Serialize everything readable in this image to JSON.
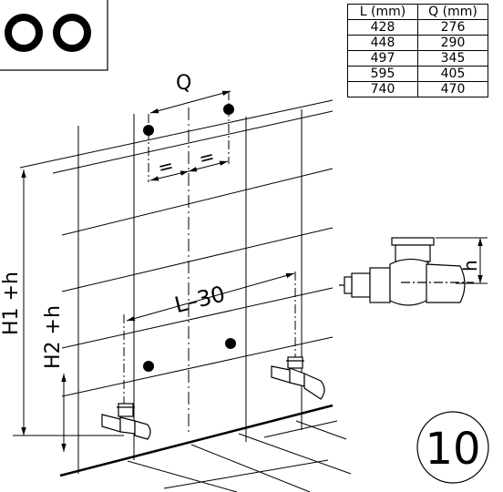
{
  "table": {
    "headers": [
      "L (mm)",
      "Q (mm)"
    ],
    "rows": [
      [
        "428",
        "276"
      ],
      [
        "448",
        "290"
      ],
      [
        "497",
        "345"
      ],
      [
        "595",
        "405"
      ],
      [
        "740",
        "470"
      ]
    ]
  },
  "labels": {
    "q": "Q",
    "l30": "L–30",
    "h1h": "H1 +h",
    "h2h": "H2 +h",
    "h": "h",
    "equal": "=",
    "step": "10"
  }
}
